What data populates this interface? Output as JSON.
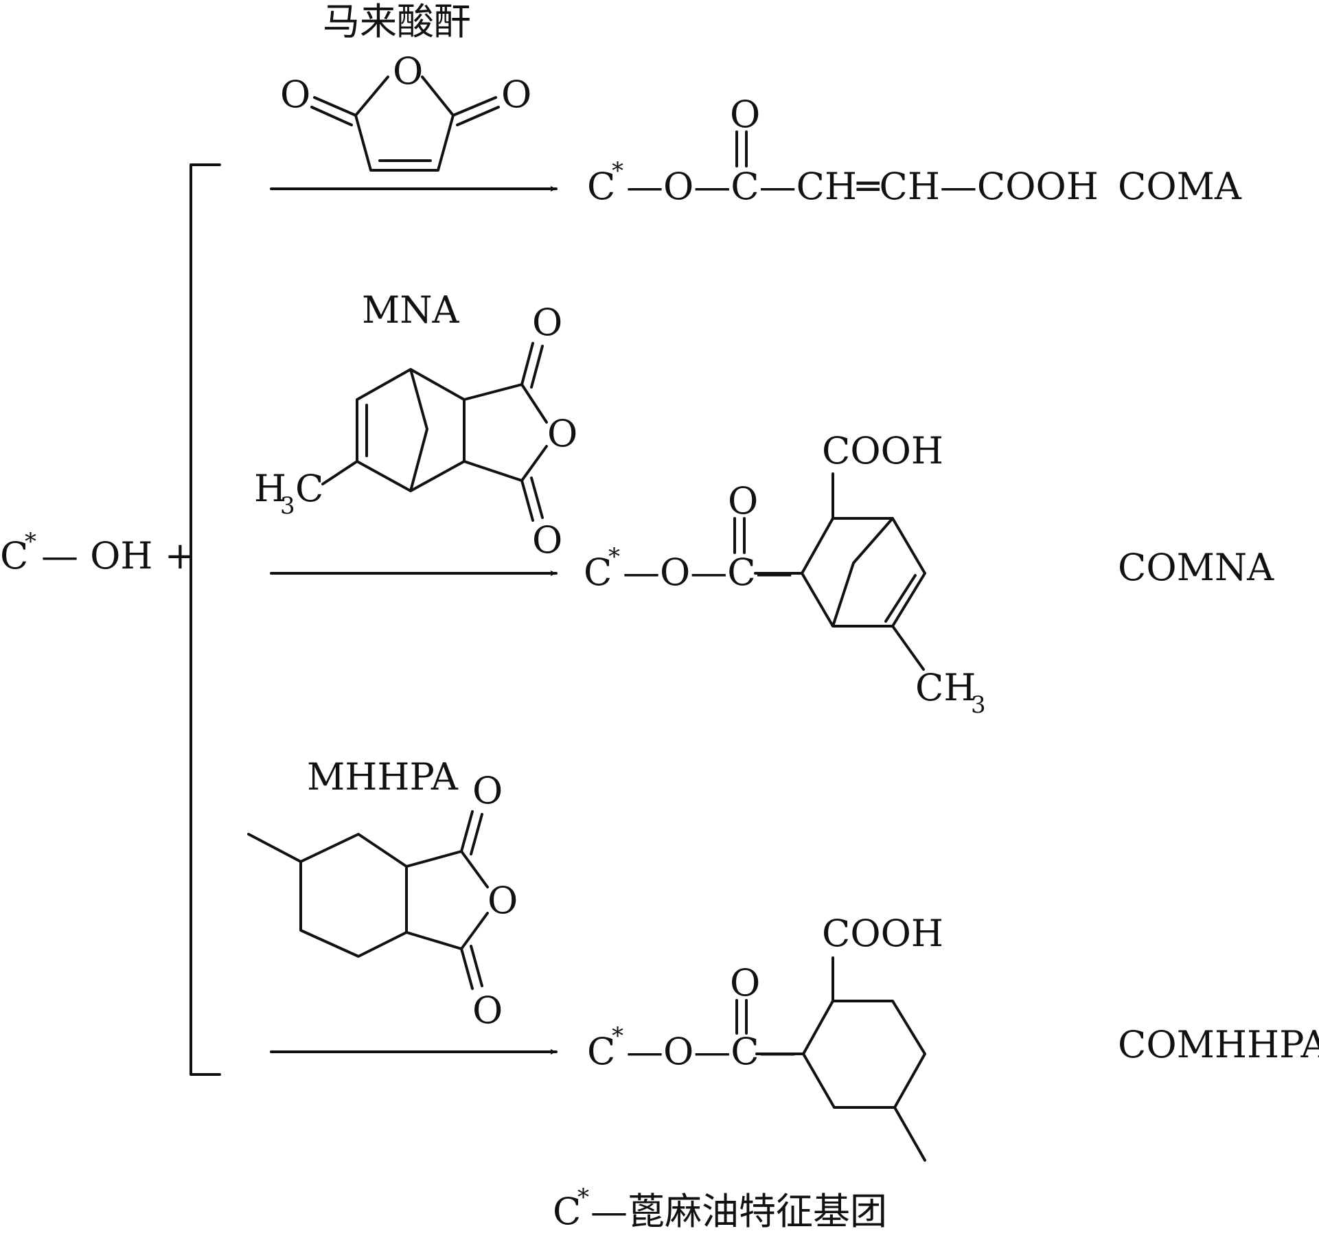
{
  "reactant": {
    "group": "C",
    "mark": "*",
    "suffix": "— OH +"
  },
  "reagents": {
    "ma": {
      "name": "马来酸酐",
      "o_ring": "O",
      "o_left": "O",
      "o_right": "O"
    },
    "mna": {
      "name": "MNA",
      "o_top": "O",
      "o_ring": "O",
      "o_bottom": "O",
      "methyl_main": "H",
      "methyl_sub": "3",
      "methyl_tail": "C"
    },
    "mhhpa": {
      "name": "MHHPA",
      "o_top": "O",
      "o_ring": "O",
      "o_bottom": "O"
    }
  },
  "products": {
    "coma": {
      "chain": "—O—C—CH═CH—COOH",
      "carbonyl_o": "O",
      "label": "COMA"
    },
    "comna": {
      "chain": "—O—C—",
      "carbonyl_o": "O",
      "cooh": "COOH",
      "ch3_main": "CH",
      "ch3_sub": "3",
      "label": "COMNA"
    },
    "comhhpa": {
      "chain": "—O—C—",
      "carbonyl_o": "O",
      "cooh": "COOH",
      "label": "COMHHPA"
    }
  },
  "legend": {
    "group": "C",
    "mark": "*",
    "text": "—蓖麻油特征基团"
  }
}
